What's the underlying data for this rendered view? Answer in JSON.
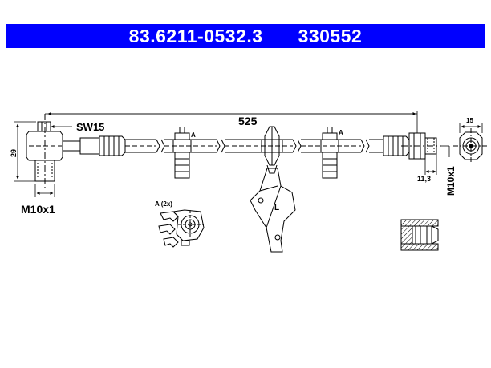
{
  "header": {
    "part_number": "83.6211-0532.3",
    "article_number": "330552",
    "background_color": "#0000ff",
    "text_color": "#ffffff"
  },
  "dimensions": {
    "length": "525",
    "wrench_size": "SW15",
    "fitting_height": "29",
    "left_thread": "M10x1",
    "right_thread": "M10x1",
    "end_offset": "11,3",
    "end_diameter": "15"
  },
  "callouts": {
    "clip_a": "A",
    "clip_detail": "A (2x)",
    "bracket": "L"
  }
}
